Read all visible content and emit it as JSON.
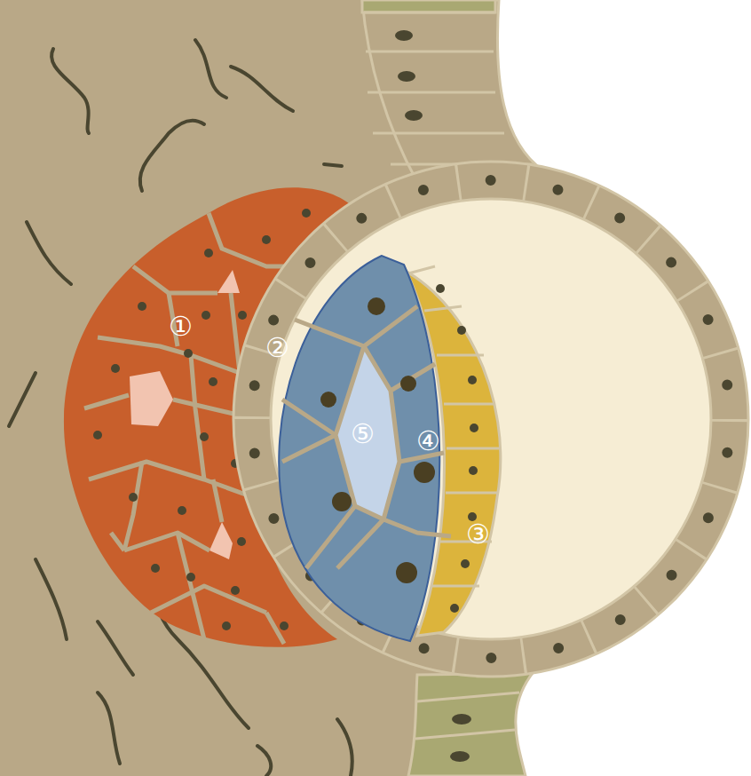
{
  "diagram": {
    "labels": [
      "①",
      "②",
      "③",
      "④",
      "⑤"
    ]
  }
}
